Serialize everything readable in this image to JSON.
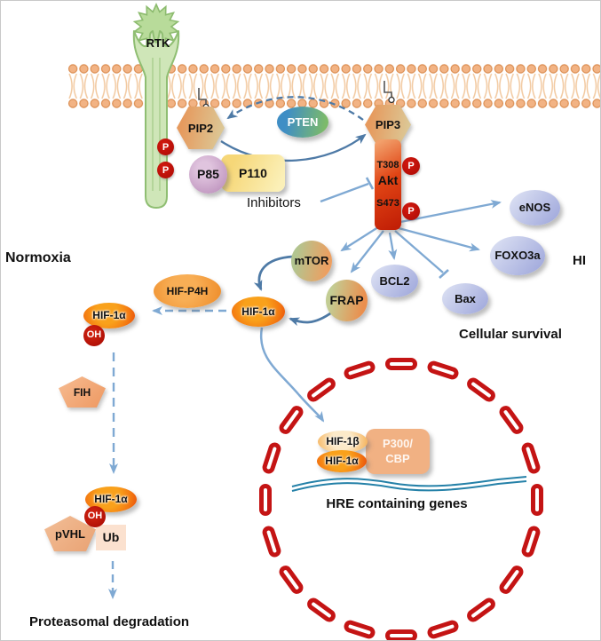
{
  "regions": {
    "normoxia": "Normoxia",
    "hi": "HI",
    "cellular_survival": "Cellular survival",
    "hre_genes": "HRE containing genes",
    "proteasomal_degradation": "Proteasomal degradation",
    "inhibitors": "Inhibitors"
  },
  "nodes": {
    "rtk": "RTK",
    "pip2": "PIP2",
    "pip3": "PIP3",
    "pten": "PTEN",
    "p85": "P85",
    "p110": "P110",
    "phospho": "P",
    "akt": {
      "site_top": "T308",
      "name": "Akt",
      "site_bottom": "S473"
    },
    "mtor": "mTOR",
    "frap": "FRAP",
    "bcl2": "BCL2",
    "bax": "Bax",
    "enos": "eNOS",
    "foxo3a": "FOXO3a",
    "hif1a": "HIF-1α",
    "hif_p4h": "HIF-P4H",
    "hydroxyl": "OH",
    "fih": "FIH",
    "pvhl": "pVHL",
    "ub": "Ub",
    "hif1b": "HIF-1β",
    "p300cbp": {
      "line1": "P300/",
      "line2": "CBP"
    }
  },
  "colors": {
    "membrane_head": "#F2B384",
    "membrane_head_border": "#DB8E52",
    "membrane_tail": "#F2C9A0",
    "receptor_green": "#CFE6B8",
    "receptor_green_border": "#8FBE72",
    "arrow_dark": "#4E7AA6",
    "arrow_light": "#7FA9D3",
    "phospho_red": "#C00D0D",
    "akt_red": "#D6330E",
    "hif_orange": "#F58220",
    "nucleus_membrane_red": "#C41414",
    "dna_blue": "#2581A8",
    "survival_lavender": "#A6AEDE",
    "enzyme_salmon": "#F2A879"
  }
}
